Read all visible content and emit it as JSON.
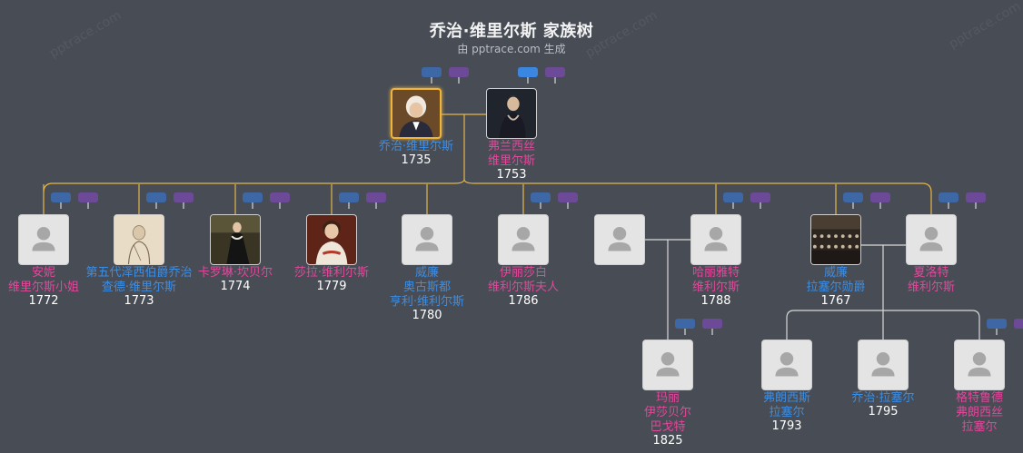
{
  "header": {
    "title": "乔治·维里尔斯 家族树",
    "subtitle": "由 pptrace.com 生成"
  },
  "watermark": "pptrace.com",
  "colors": {
    "background": "#474c55",
    "male": "#3b8ee6",
    "female": "#e2489b",
    "selected_border": "#f0b43a",
    "line_main": "#e6b64a",
    "line_other": "#d8d8d8"
  },
  "people": {
    "george": {
      "name": [
        "乔治·维里尔斯"
      ],
      "year": "1735",
      "gender": "m",
      "photo": "portrait-man"
    },
    "frances": {
      "name": [
        "弗兰西丝",
        "维里尔斯"
      ],
      "year": "1753",
      "gender": "f",
      "photo": "portrait-woman-dark"
    },
    "anne": {
      "name": [
        "安妮",
        "维里尔斯小姐"
      ],
      "year": "1772",
      "gender": "f",
      "photo": "avatar"
    },
    "earl": {
      "name": [
        "第五代泽西伯爵乔治",
        "查德·维里尔斯"
      ],
      "year": "1773",
      "gender": "m",
      "photo": "portrait-sketch"
    },
    "caroline": {
      "name": [
        "卡罗琳·坎贝尔"
      ],
      "year": "1774",
      "gender": "f",
      "photo": "portrait-woman-standing"
    },
    "sarah": {
      "name": [
        "莎拉·维利尔斯"
      ],
      "year": "1779",
      "gender": "f",
      "photo": "portrait-woman-red"
    },
    "william": {
      "name": [
        "威廉",
        "奥古斯都",
        "亨利·维利尔斯"
      ],
      "year": "1780",
      "gender": "m",
      "photo": "avatar"
    },
    "elizabeth": {
      "name": [
        "伊丽莎白",
        "维利尔斯夫人"
      ],
      "year": "1786",
      "gender": "f",
      "photo": "avatar"
    },
    "unknown": {
      "name": [],
      "year": "",
      "gender": "",
      "photo": "avatar"
    },
    "harriet": {
      "name": [
        "哈丽雅特",
        "维利尔斯"
      ],
      "year": "1788",
      "gender": "f",
      "photo": "avatar"
    },
    "williamlascelles": {
      "name": [
        "威廉",
        "拉塞尔勋爵"
      ],
      "year": "1767",
      "gender": "m",
      "photo": "portrait-crowd"
    },
    "charlotte": {
      "name": [
        "夏洛特",
        "维利尔斯"
      ],
      "year": "",
      "gender": "f",
      "photo": "avatar"
    },
    "mary": {
      "name": [
        "玛丽",
        "伊莎贝尔",
        "巴戈特"
      ],
      "year": "1825",
      "gender": "f",
      "photo": "avatar"
    },
    "francis": {
      "name": [
        "弗朗西斯",
        "拉塞尔"
      ],
      "year": "1793",
      "gender": "m",
      "photo": "avatar"
    },
    "georgelas": {
      "name": [
        "乔治·拉塞尔"
      ],
      "year": "1795",
      "gender": "m",
      "photo": "avatar"
    },
    "gertrude": {
      "name": [
        "格特鲁德",
        "弗朗西丝",
        "拉塞尔"
      ],
      "year": "",
      "gender": "f",
      "photo": "avatar"
    }
  }
}
